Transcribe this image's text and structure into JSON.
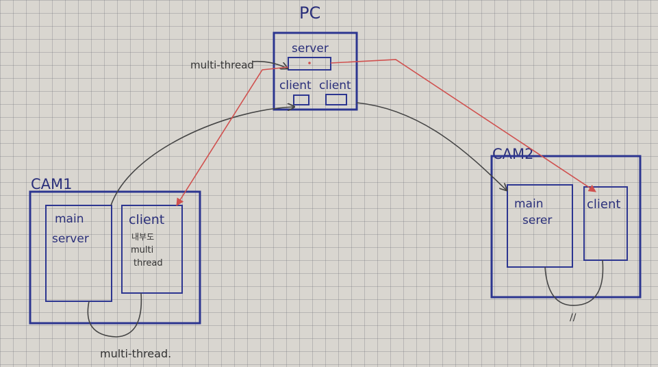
{
  "pc": {
    "title": "PC",
    "server_label": "server",
    "client1_label": "client",
    "client2_label": "client",
    "multithread_note": "multi-thread"
  },
  "cam1": {
    "title": "CAM1",
    "main_line1": "main",
    "main_line2": "server",
    "client_label": "client",
    "client_note_1": "내부도",
    "client_note_2": "multi",
    "client_note_3": "thread",
    "bottom_note": "multi-thread."
  },
  "cam2": {
    "title": "CAM2",
    "main_line1": "main",
    "main_line2": "serer",
    "client_label": "client",
    "ditto_mark": "//"
  },
  "colors": {
    "ink_blue": "#2c3590",
    "ink_red": "#d0504e",
    "pencil": "#444444",
    "paper": "#d9d6d0"
  }
}
